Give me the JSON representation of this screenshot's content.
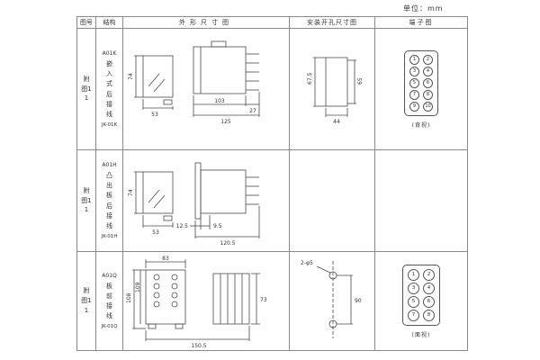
{
  "unit_label": "单位：mm",
  "headers": {
    "fig": "图号",
    "struct": "结构",
    "outline": "外形尺寸图",
    "mounting": "安装开孔尺寸图",
    "terminal": "端子图"
  },
  "rows": [
    {
      "fig_no": "附图11",
      "model": "A01K",
      "struct_text": "嵌入式后接线",
      "code": "JK-01K",
      "outline": {
        "front_h": "74",
        "front_w": "53",
        "side_d": "103",
        "pin_d": "27",
        "total_d": "125"
      },
      "mounting": {
        "outer_h": "67.5",
        "inner_h": "65",
        "width": "44"
      },
      "terminal": {
        "label": "(背视)",
        "n": [
          [
            "1",
            "2"
          ],
          [
            "3",
            "4"
          ],
          [
            "5",
            "6"
          ],
          [
            "7",
            "8"
          ],
          [
            "9",
            "10"
          ]
        ]
      }
    },
    {
      "fig_no": "附图11",
      "model": "A01H",
      "struct_text": "凸出板后接线",
      "code": "JK-01H",
      "outline": {
        "front_h": "74",
        "front_w": "53",
        "flange_d": "12.5",
        "gap_d": "9.5",
        "total_d": "120.5"
      }
    },
    {
      "fig_no": "附图11",
      "model": "A01Q",
      "struct_text": "板前接线",
      "code": "JK-01Q",
      "outline": {
        "front_w": "83",
        "front_h_outer": "108",
        "front_h_inner": "109",
        "side_h": "73",
        "total_d": "150.5"
      },
      "mounting": {
        "hole_note": "2-φ5",
        "pitch": "90"
      },
      "terminal": {
        "label": "(面视)",
        "n": [
          [
            "1",
            "2"
          ],
          [
            "3",
            "4"
          ],
          [
            "5",
            "6"
          ],
          [
            "7",
            "8"
          ]
        ]
      }
    }
  ]
}
